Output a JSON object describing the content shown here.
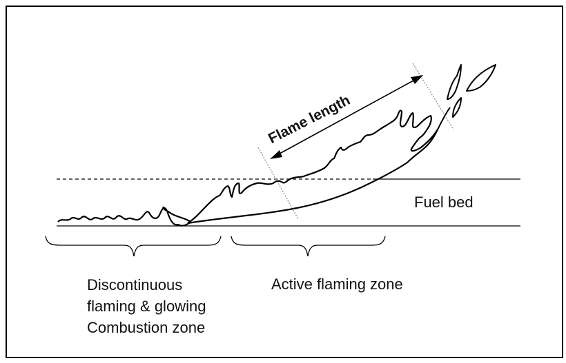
{
  "labels": {
    "flame_length": "Flame length",
    "fuel_bed": "Fuel bed",
    "discontinuous_line1": "Discontinuous",
    "discontinuous_line2": "flaming & glowing",
    "discontinuous_line3": "Combustion zone",
    "active_zone": "Active flaming zone"
  },
  "colors": {
    "stroke": "#000000",
    "guide": "#999999",
    "background": "#ffffff"
  }
}
